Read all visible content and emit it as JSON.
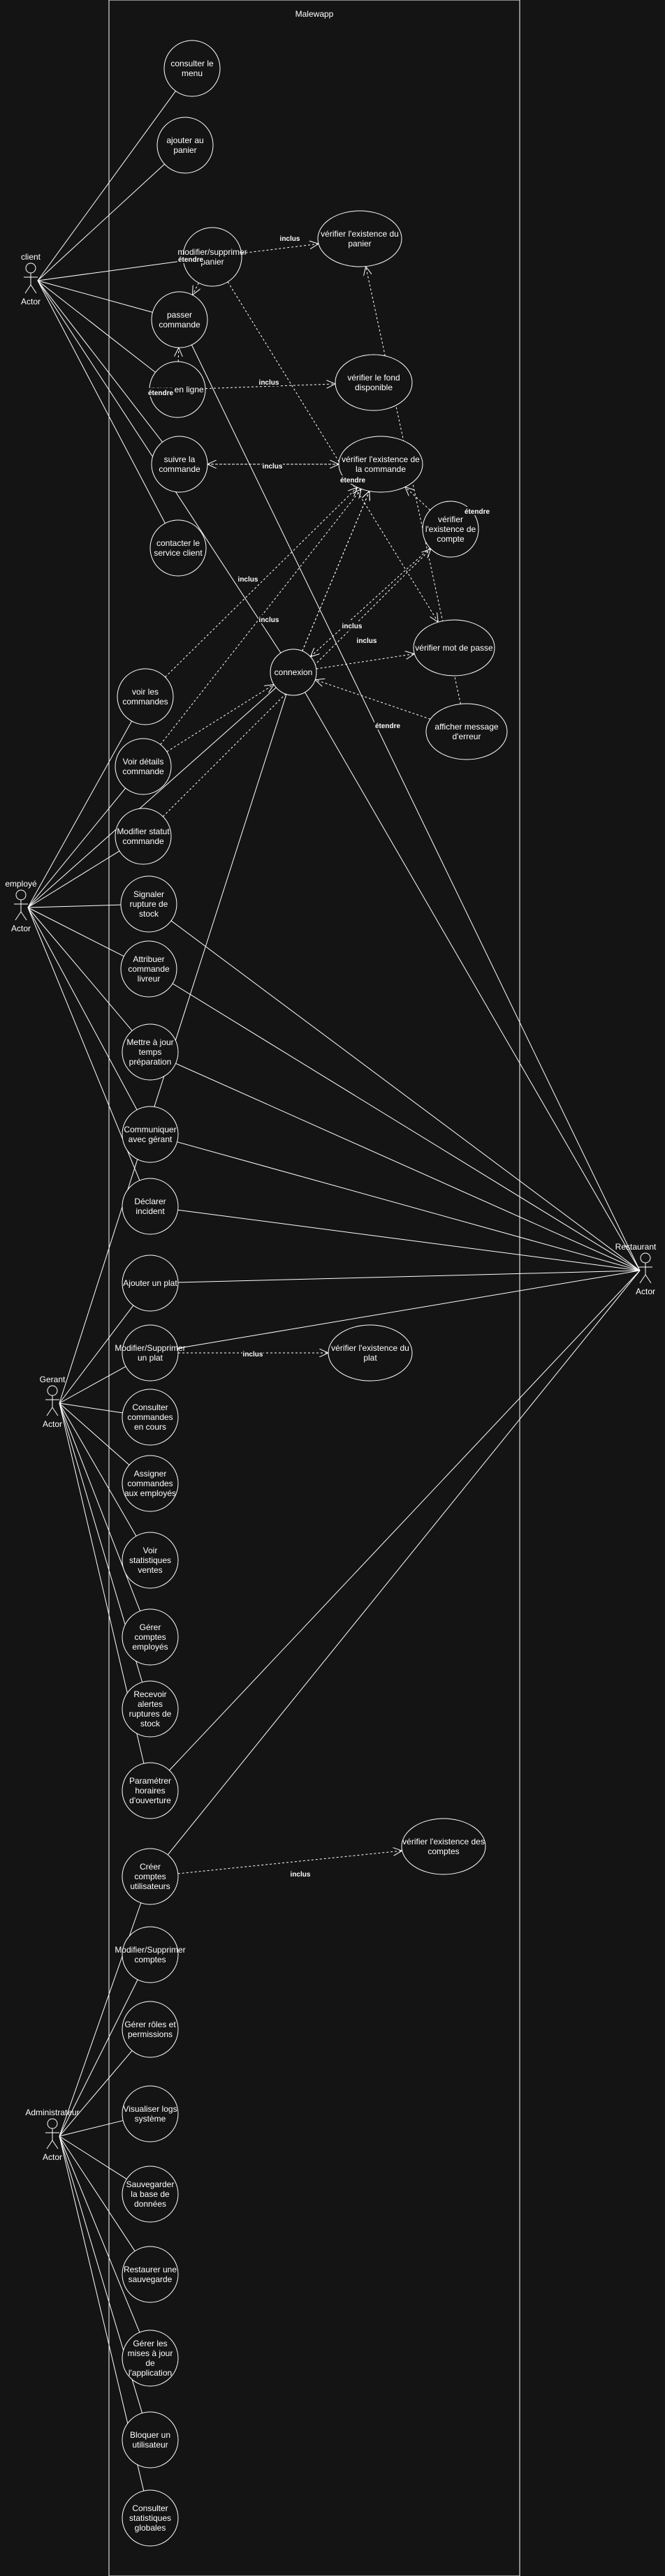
{
  "system": {
    "title": "Malewapp"
  },
  "actors": {
    "client": {
      "title": "client",
      "sub": "Actor"
    },
    "employe": {
      "title": "employé",
      "sub": "Actor"
    },
    "gerant": {
      "title": "Gerant",
      "sub": "Actor"
    },
    "admin": {
      "title": "Administrateur",
      "sub": "Actor"
    },
    "restaurant": {
      "title": "Restaurant",
      "sub": "Actor"
    }
  },
  "use_cases": {
    "consulter_menu": [
      "consulter le",
      "menu"
    ],
    "ajouter_panier": [
      "ajouter au",
      "panier"
    ],
    "modif_panier": [
      "modifier/supprimer",
      "panier"
    ],
    "verif_panier": [
      "vérifier l'existence du",
      "panier"
    ],
    "passer_commande": [
      "passer",
      "commande"
    ],
    "payer": [
      "payer en ligne"
    ],
    "verif_fond": [
      "vérifier le fond",
      "disponible"
    ],
    "suivre_commande": [
      "suivre la",
      "commande"
    ],
    "verif_commande": [
      "vérifier l'existence de",
      "la commande"
    ],
    "contacter": [
      "contacter le",
      "service client"
    ],
    "verif_compte": [
      "vérifier",
      "l'existence de",
      "compte"
    ],
    "connexion": [
      "connexion"
    ],
    "verif_mdp": [
      "vérifier mot de passe"
    ],
    "msg_erreur": [
      "afficher message",
      "d'erreur"
    ],
    "voir_commandes": [
      "voir les",
      "commandes"
    ],
    "voir_details": [
      "Voir détails",
      "commande"
    ],
    "modif_statut": [
      "Modifier statut",
      "commande"
    ],
    "signaler_rupture": [
      "Signaler",
      "rupture de",
      "stock"
    ],
    "attribuer_livreur": [
      "Attribuer",
      "commande",
      "livreur"
    ],
    "maj_temps": [
      "Mettre à jour",
      "temps",
      "préparation"
    ],
    "communiquer": [
      "Communiquer",
      "avec gérant"
    ],
    "declarer_incident": [
      "Déclarer",
      "incident"
    ],
    "ajouter_plat": [
      "Ajouter un plat"
    ],
    "modif_plat": [
      "Modifier/Supprimer",
      "un plat"
    ],
    "verif_plat": [
      "vérifier l'existence du",
      "plat"
    ],
    "consulter_cmd_cours": [
      "Consulter",
      "commandes",
      "en cours"
    ],
    "assigner_cmd": [
      "Assigner",
      "commandes",
      "aux employés"
    ],
    "voir_stats": [
      "Voir",
      "statistiques",
      "ventes"
    ],
    "gerer_comptes_emp": [
      "Gérer",
      "comptes",
      "employés"
    ],
    "recevoir_alertes": [
      "Recevoir",
      "alertes",
      "ruptures de",
      "stock"
    ],
    "parametrer_horaires": [
      "Paramétrer",
      "horaires",
      "d'ouverture"
    ],
    "creer_comptes": [
      "Créer",
      "comptes",
      "utilisateurs"
    ],
    "verif_comptes": [
      "vérifier l'existence des",
      "comptes"
    ],
    "modif_comptes": [
      "Modifier/Supprimer",
      "comptes"
    ],
    "gerer_roles": [
      "Gérer rôles et",
      "permissions"
    ],
    "visualiser_logs": [
      "Visualiser logs",
      "système"
    ],
    "sauvegarder": [
      "Sauvegarder",
      "la base de",
      "données"
    ],
    "restaurer": [
      "Restaurer une",
      "sauvegarde"
    ],
    "gerer_maj": [
      "Gérer les",
      "mises à jour",
      "de",
      "l'application"
    ],
    "bloquer": [
      "Bloquer un",
      "utilisateur"
    ],
    "consulter_stats_glob": [
      "Consulter",
      "statistiques",
      "globales"
    ]
  },
  "relations": {
    "include": "inclus",
    "extend": "étendre"
  }
}
